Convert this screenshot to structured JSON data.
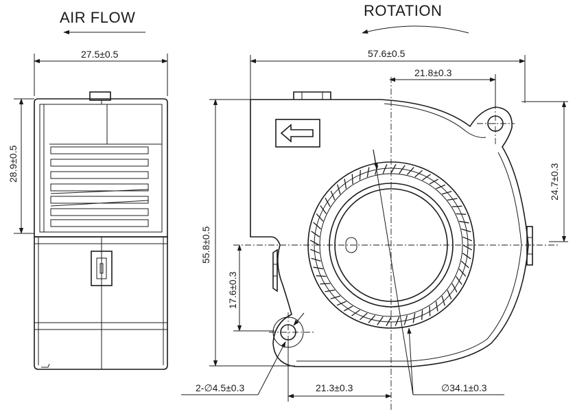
{
  "headings": {
    "airflow": "AIR FLOW",
    "rotation": "ROTATION"
  },
  "dimensions": {
    "width_side": "27.5±0.5",
    "height_side": "28.9±0.5",
    "total_width": "57.6±0.5",
    "center_to_hole": "21.8±0.3",
    "hole_to_center_v": "24.7±0.3",
    "total_height": "55.8±0.5",
    "lower_hole_v": "17.6±0.3",
    "mount_holes": "2-∅4.5±0.3",
    "lower_hole_h": "21.3±0.3",
    "outlet_diameter": "∅34.1±0.3"
  }
}
